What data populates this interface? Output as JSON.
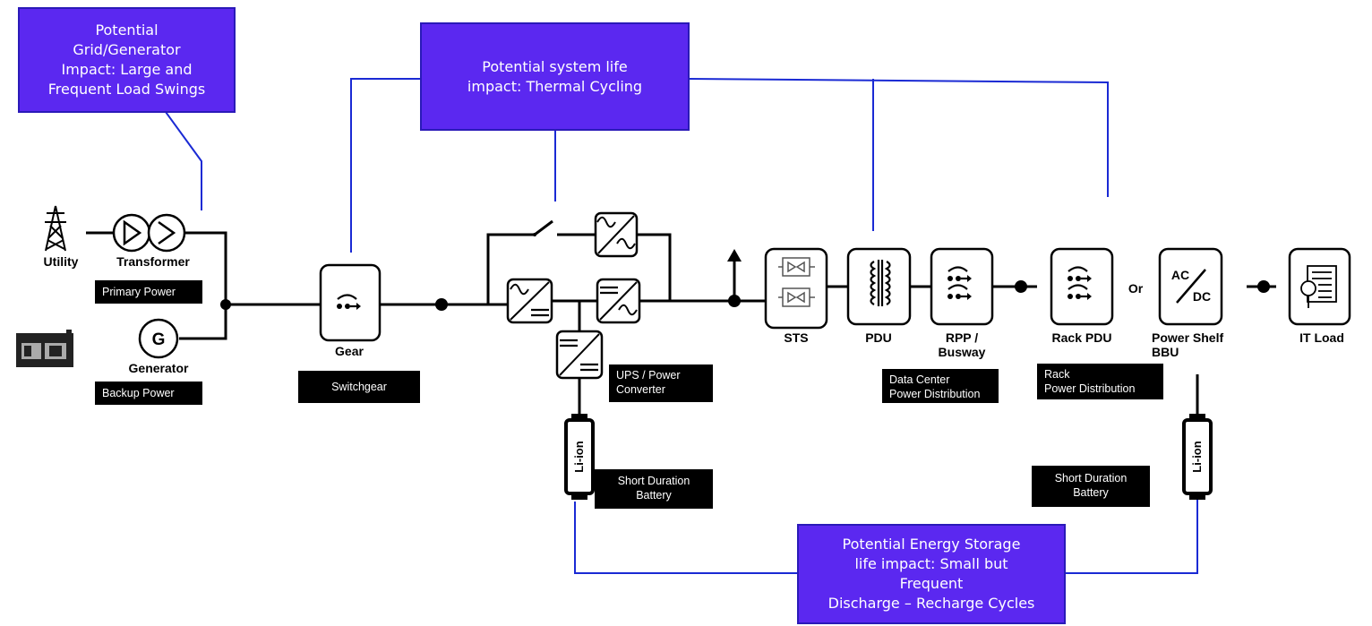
{
  "callouts": {
    "grid": [
      "Potential",
      "Grid/Generator",
      "Impact: Large and",
      "Frequent Load Swings"
    ],
    "thermal": [
      "Potential system life",
      "impact: Thermal Cycling"
    ],
    "storage": [
      "Potential Energy Storage",
      "life impact: Small but",
      "Frequent",
      "Discharge – Recharge Cycles"
    ]
  },
  "components": {
    "utility": "Utility",
    "transformer": "Transformer",
    "generator": "Generator",
    "generator_symbol": "G",
    "gear": "Gear",
    "sts": "STS",
    "pdu": "PDU",
    "rpp": [
      "RPP /",
      "Busway"
    ],
    "rack_pdu": "Rack PDU",
    "or": "Or",
    "power_shelf": [
      "Power Shelf",
      "BBU"
    ],
    "acdc_ac": "AC",
    "acdc_dc": "DC",
    "it_load": "IT Load",
    "battery_text": "Li-ion"
  },
  "tags": {
    "primary_power": "Primary Power",
    "backup_power": "Backup Power",
    "switchgear": "Switchgear",
    "ups": [
      "UPS / Power",
      "Converter"
    ],
    "dc_dist": [
      "Data Center",
      "Power Distribution"
    ],
    "rack_dist": [
      "Rack",
      "Power Distribution"
    ],
    "short_battery_1": [
      "Short Duration",
      "Battery"
    ],
    "short_battery_2": [
      "Short Duration",
      "Battery"
    ]
  },
  "colors": {
    "callout_fill": "#5b28f0",
    "callout_border": "#2a1ab8",
    "connector_line": "#1a2ad4",
    "tag_fill": "#000000"
  }
}
